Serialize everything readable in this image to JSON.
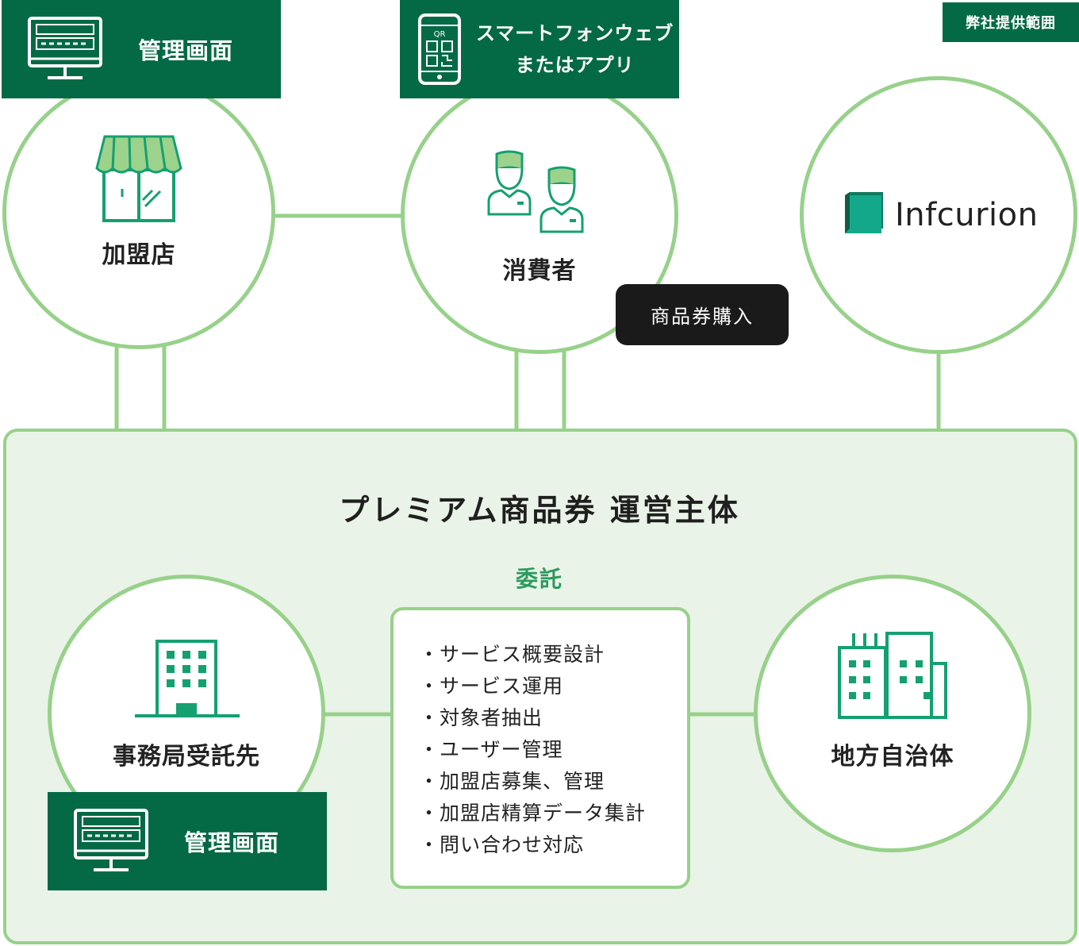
{
  "tag_scope": "弊社提供範囲",
  "kanri_gamen_top": "管理画面",
  "smartphone_box": {
    "line1": "スマートフォンウェブ",
    "line2": "またはアプリ"
  },
  "merchant": {
    "label": "加盟店"
  },
  "consumer": {
    "label": "消費者"
  },
  "purchase_bubble": "商品券購入",
  "infcurion": {
    "logo_text": "Infcurion"
  },
  "operator": {
    "title": "プレミアム商品券 運営主体",
    "delegation": "委託",
    "secretariat": "事務局受託先",
    "municipality": "地方自治体",
    "kanri_gamen_bottom": "管理画面",
    "tasks": [
      "・サービス概要設計",
      "・サービス運用",
      "・対象者抽出",
      "・ユーザー管理",
      "・加盟店募集、管理",
      "・加盟店精算データ集計",
      "・問い合わせ対応"
    ]
  },
  "colors": {
    "dark_green": "#046a45",
    "light_green": "#97d18a",
    "panel_bg": "#eaf3e7",
    "accent_text": "#2c9a5f",
    "bubble": "#1a1a1a"
  }
}
